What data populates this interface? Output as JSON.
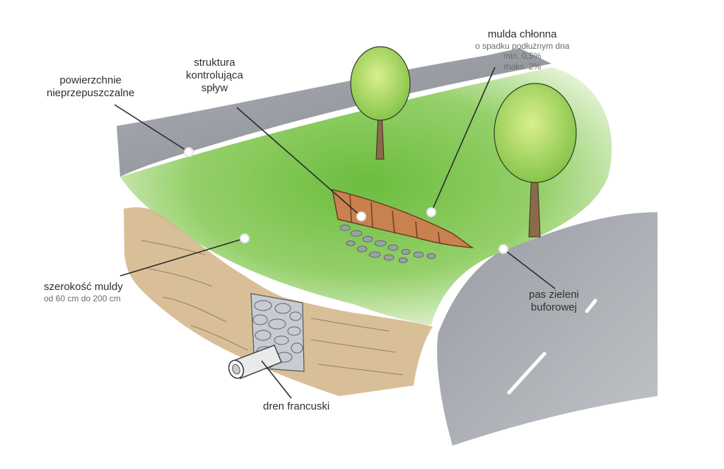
{
  "labels": {
    "impervious": {
      "line1": "powierzchnie",
      "line2": "nieprzepuszczalne"
    },
    "runoff_structure": {
      "line1": "struktura",
      "line2": "kontrolująca",
      "line3": "spływ"
    },
    "swale": {
      "title": "mulda chłonna",
      "sub1": "o spadku podłużnym dna",
      "sub2": "min. 0,5%",
      "sub3": "maks. 2%"
    },
    "width": {
      "title": "szerokość muldy",
      "sub": "od 60 cm do 200 cm"
    },
    "buffer": {
      "line1": "pas zieleni",
      "line2": "buforowej"
    },
    "drain": {
      "title": "dren francuski"
    }
  },
  "colors": {
    "road": "#8e939b",
    "grass": "#7cc456",
    "grass_light": "#cfe9b5",
    "soil": "#c9a97c",
    "wood": "#b5744a",
    "stone": "#9aa0a8",
    "leader": "#2b2b2b"
  }
}
